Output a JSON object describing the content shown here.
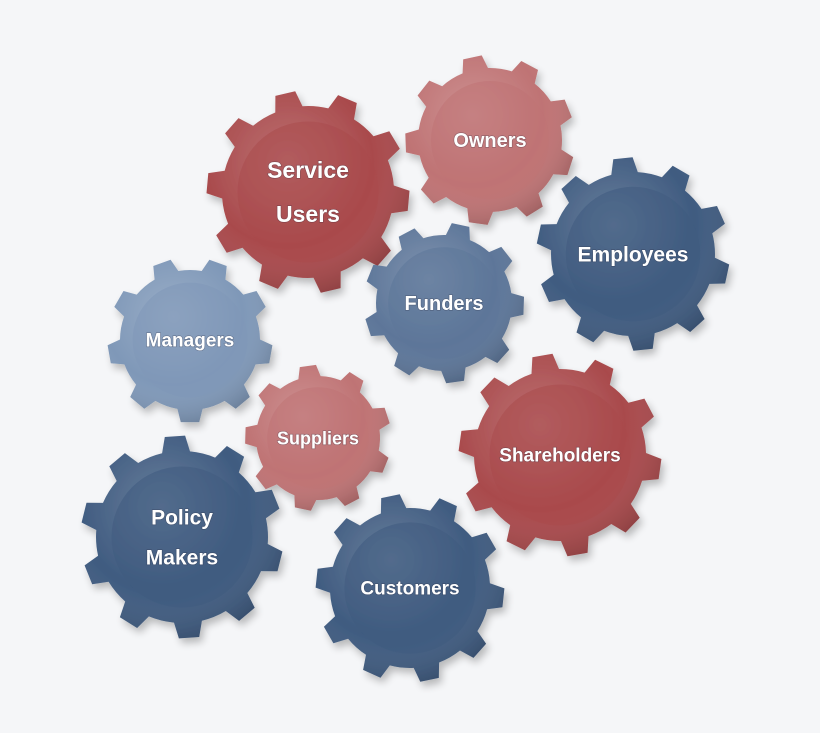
{
  "palette": {
    "red": "#a94a4c",
    "red_dark": "#8a3436",
    "red_light": "#bf7374",
    "blue": "#5d7699",
    "blue_dark": "#3f5b80",
    "blue_light": "#7f98b8"
  },
  "gears": [
    {
      "id": "service-users",
      "lines": [
        "Service",
        "Users"
      ],
      "color": "red"
    },
    {
      "id": "owners",
      "lines": [
        "Owners"
      ],
      "color": "red_light"
    },
    {
      "id": "employees",
      "lines": [
        "Employees"
      ],
      "color": "blue_dark"
    },
    {
      "id": "funders",
      "lines": [
        "Funders"
      ],
      "color": "blue"
    },
    {
      "id": "managers",
      "lines": [
        "Managers"
      ],
      "color": "blue_light"
    },
    {
      "id": "suppliers",
      "lines": [
        "Suppliers"
      ],
      "color": "red_light"
    },
    {
      "id": "shareholders",
      "lines": [
        "Shareholders"
      ],
      "color": "red"
    },
    {
      "id": "policy-makers",
      "lines": [
        "Policy",
        "Makers"
      ],
      "color": "blue_dark"
    },
    {
      "id": "customers",
      "lines": [
        "Customers"
      ],
      "color": "blue_dark"
    }
  ]
}
